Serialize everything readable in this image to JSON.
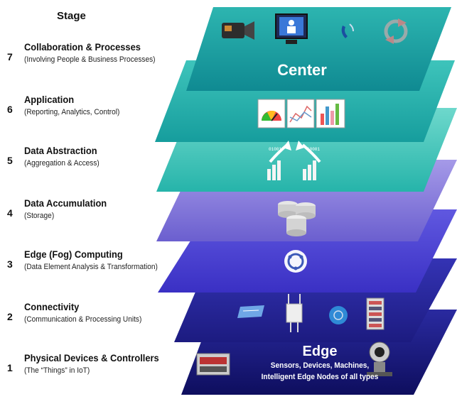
{
  "header": "Stage",
  "stages": [
    {
      "num": "7",
      "title": "Collaboration & Processes",
      "subtitle": "(Involving People & Business Processes)"
    },
    {
      "num": "6",
      "title": "Application",
      "subtitle": "(Reporting, Analytics, Control)"
    },
    {
      "num": "5",
      "title": "Data Abstraction",
      "subtitle": "(Aggregation & Access)"
    },
    {
      "num": "4",
      "title": "Data Accumulation",
      "subtitle": "(Storage)"
    },
    {
      "num": "3",
      "title": "Edge (Fog) Computing",
      "subtitle": "(Data Element Analysis & Transformation)"
    },
    {
      "num": "2",
      "title": "Connectivity",
      "subtitle": "(Communication & Processing Units)"
    },
    {
      "num": "1",
      "title": "Physical Devices & Controllers",
      "subtitle": "(The “Things” in IoT)"
    }
  ],
  "center": {
    "label": "Center"
  },
  "edge": {
    "label": "Edge",
    "line1": "Sensors, Devices, Machines,",
    "line2": "Intelligent Edge Nodes of all types"
  },
  "colors": {
    "layer7": "#1aa3a6",
    "layer6": "#1fb3b0",
    "layer5": "#2bbfb4",
    "layer4": "#7b6fd1",
    "layer3": "#4a3fd0",
    "layer2": "#26239a",
    "layer1": "#15157a"
  },
  "icons": [
    "video-camera-icon",
    "monitor-icon",
    "phone-icon",
    "sync-icon",
    "gauge-chart-icon",
    "line-chart-icon",
    "bar-chart-icon",
    "binary-arrow-icon",
    "database-icon",
    "cycle-icon",
    "switch-icon",
    "access-point-icon",
    "router-icon",
    "server-rack-icon",
    "controller-icon",
    "camera-icon"
  ]
}
